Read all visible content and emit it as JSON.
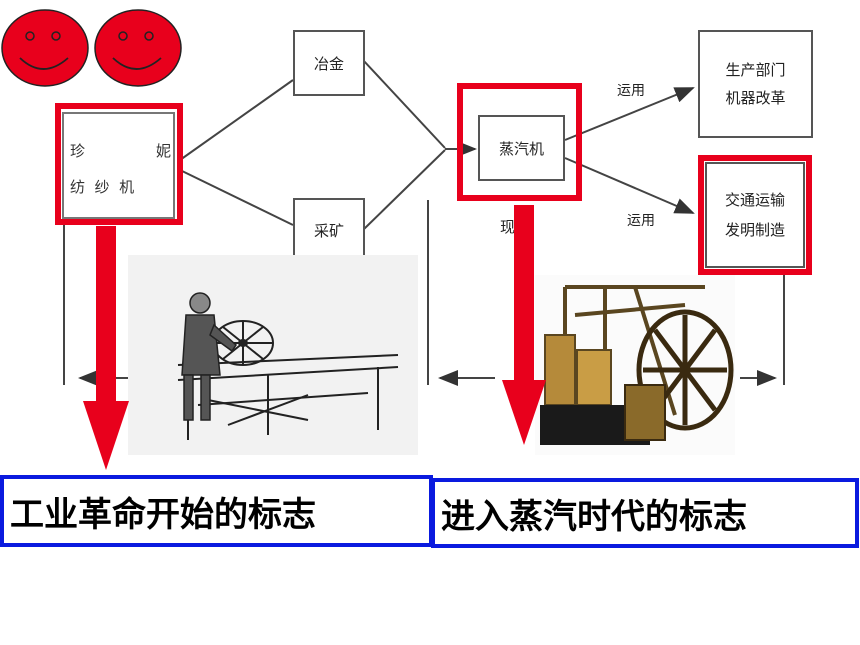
{
  "nodes": {
    "jenny_char1": "珍",
    "jenny_char2": "妮",
    "jenny_line2": "纺  纱  机",
    "metallurgy": "冶金",
    "mining": "采矿",
    "steam_engine": "蒸汽机",
    "production": "生产部门",
    "production_2": "机器改革",
    "transport": "交通运输",
    "transport_2": "发明制造",
    "partial_label": "现"
  },
  "edges": {
    "apply_top": "运用",
    "apply_bottom": "运用"
  },
  "captions": {
    "left": "工业革命开始的标志",
    "right": "进入蒸汽时代的标志"
  },
  "colors": {
    "highlight": "#e8001c",
    "caption_border": "#0a1adf",
    "smiley": "#e8001c"
  }
}
